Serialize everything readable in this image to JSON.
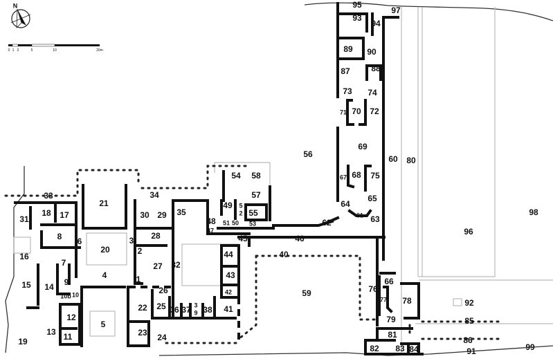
{
  "compass": {
    "north_label": "N"
  },
  "scale_bar": {
    "ticks": [
      "0",
      "1",
      "2",
      "5",
      "10",
      "20m"
    ]
  },
  "rooms": [
    "1",
    "2",
    "3",
    "4",
    "5",
    "6",
    "7",
    "8",
    "9",
    "10",
    "10b",
    "11",
    "12",
    "13",
    "14",
    "15",
    "16",
    "17",
    "18",
    "19",
    "20",
    "21",
    "22",
    "23",
    "24",
    "25",
    "26",
    "27",
    "28",
    "29",
    "30",
    "31",
    "32",
    "33",
    "34",
    "35",
    "36",
    "37",
    "38",
    "3",
    "9",
    "40",
    "41",
    "42",
    "43",
    "44",
    "45",
    "46",
    "47",
    "48",
    "49",
    "5",
    "2",
    "50",
    "51",
    "53",
    "54",
    "55",
    "56",
    "57",
    "58",
    "59",
    "60",
    "61",
    "62",
    "63",
    "64",
    "65",
    "66",
    "67",
    "68",
    "69",
    "70",
    "71",
    "72",
    "73",
    "74",
    "75",
    "76",
    "77",
    "78",
    "79",
    "80",
    "81",
    "82",
    "83",
    "84",
    "85",
    "86",
    "87",
    "88",
    "89",
    "90",
    "91",
    "92",
    "93",
    "94",
    "95",
    "96",
    "97",
    "98",
    "99"
  ]
}
